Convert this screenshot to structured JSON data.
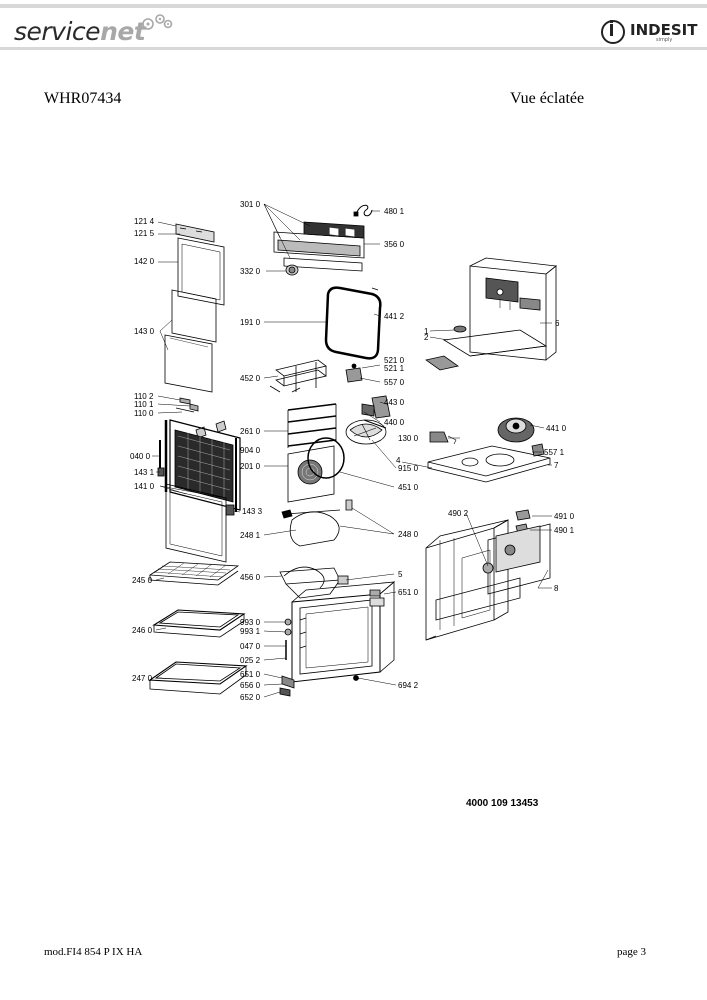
{
  "header": {
    "logo_left_part1": "service",
    "logo_left_part2": "net",
    "logo_right_brand": "INDESIT",
    "logo_right_tagline": "simply"
  },
  "document": {
    "model_code": "WHR07434",
    "view_title": "Vue éclatée",
    "part_number": "4000 109 13453",
    "footer_model": "mod.FI4 854 P IX HA",
    "footer_page": "page 3"
  },
  "diagram_labels": {
    "l1214": "121 4",
    "l1215": "121 5",
    "l1420": "142 0",
    "l1430": "143 0",
    "l1102": "110 2",
    "l1101": "110 1",
    "l1100": "110 0",
    "l0400": "040 0",
    "l1431": "143 1",
    "l1410": "141 0",
    "l1433": "143 3",
    "l2450": "245 0",
    "l2460": "246 0",
    "l2470": "247 0",
    "l3010": "301 0",
    "l4801": "480 1",
    "l3560": "356 0",
    "l3320": "332 0",
    "l4412": "441 2",
    "l1910": "191 0",
    "l4520": "452 0",
    "l5210": "521 0",
    "l5211": "521 1",
    "l5570": "557 0",
    "l4430": "443 0",
    "l4400": "440 0",
    "l2610": "261 0",
    "l9040": "904 0",
    "l1300": "130 0",
    "l2010": "201 0",
    "l9150": "915 0",
    "l4510": "451 0",
    "l2481": "248 1",
    "l2480": "248 0",
    "l4560": "456 0",
    "l9930": "993 0",
    "l9931": "993 1",
    "l0470": "047 0",
    "l0252": "025 2",
    "l6510": "651 0",
    "l6560": "656 0",
    "l6520": "652 0",
    "l5": "5",
    "l6510b": "651 0",
    "l6942": "694 2",
    "l6": "6",
    "l1": "1",
    "l2": "2",
    "l4": "4",
    "l7": "7",
    "l8": "8",
    "l4410": "441 0",
    "l5571": "557 1",
    "l4902": "490 2",
    "l4910": "491 0",
    "l4901": "490 1"
  }
}
